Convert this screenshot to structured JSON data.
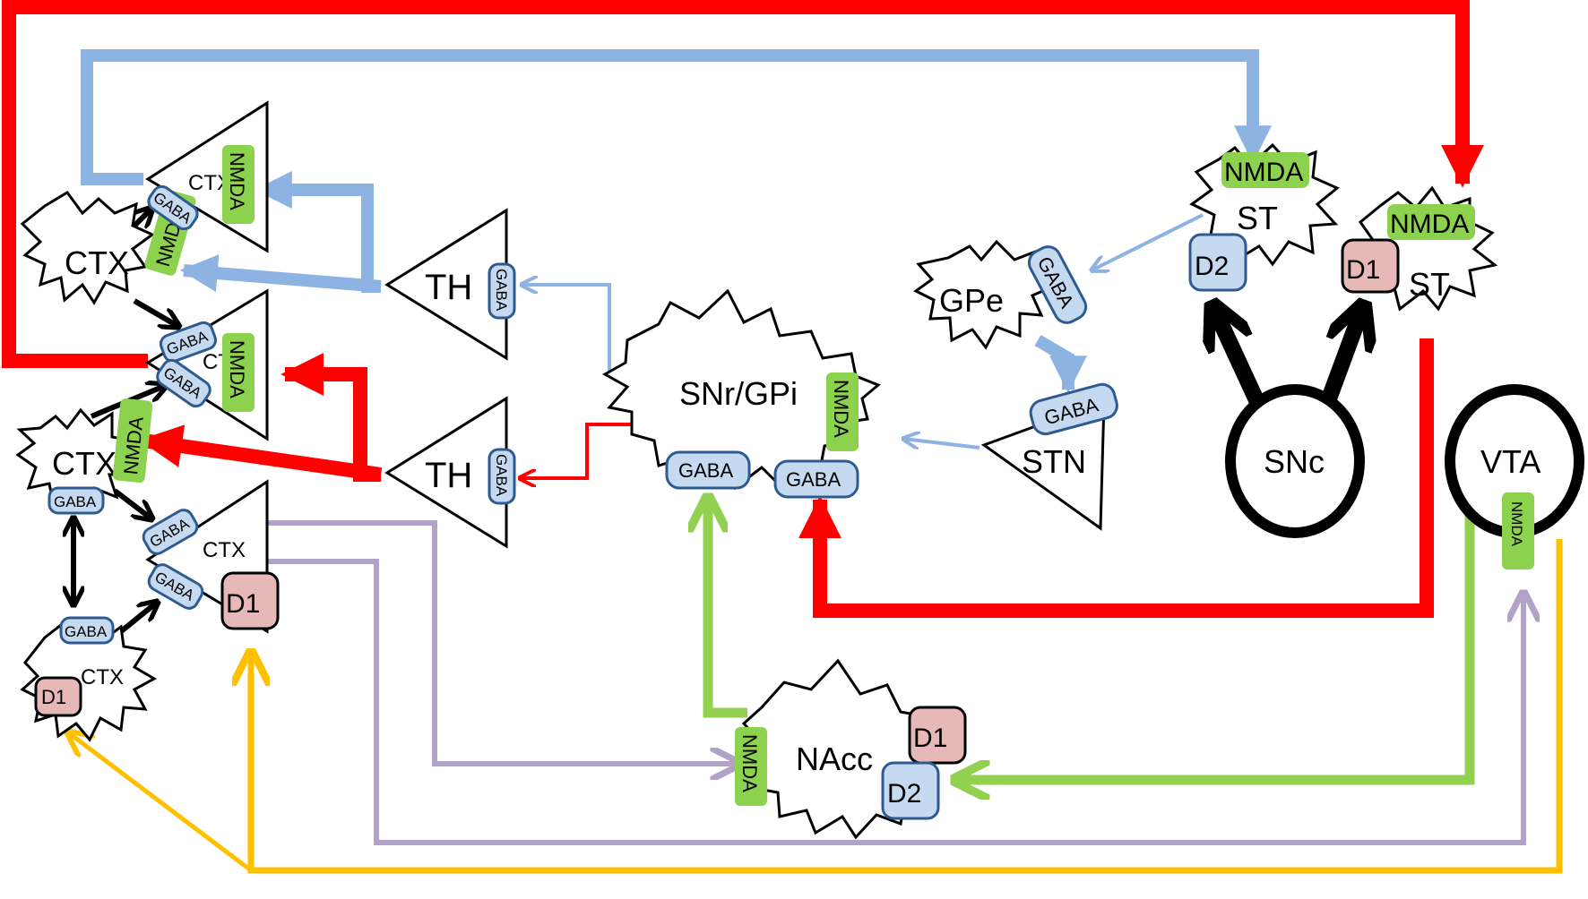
{
  "colors": {
    "red": "#ff0000",
    "blue": "#8db3e2",
    "green": "#92d050",
    "purple": "#b3a2c7",
    "yellow": "#ffc000",
    "black": "#000000",
    "gaba": "#c5d9f1",
    "nmda": "#8dd24e",
    "d1": "#e6b8b7",
    "d2": "#c5d9f1"
  },
  "nodes": {
    "ctx_top": "CTX",
    "ctx_star_upper": "CTX",
    "ctx_mid": "CTX",
    "ctx_star_mid": "CTX",
    "ctx_lower": "CTX",
    "ctx_star_bottom": "CTX",
    "th_top": "TH",
    "th_bottom": "TH",
    "snr_gpi": "SNr/GPi",
    "gpe": "GPe",
    "stn": "STN",
    "st_left": "ST",
    "st_right": "ST",
    "snc": "SNc",
    "vta": "VTA",
    "nacc": "NAcc"
  },
  "receptors": {
    "gaba": "GABA",
    "nmda": "NMDA",
    "d1": "D1",
    "d2": "D2"
  }
}
